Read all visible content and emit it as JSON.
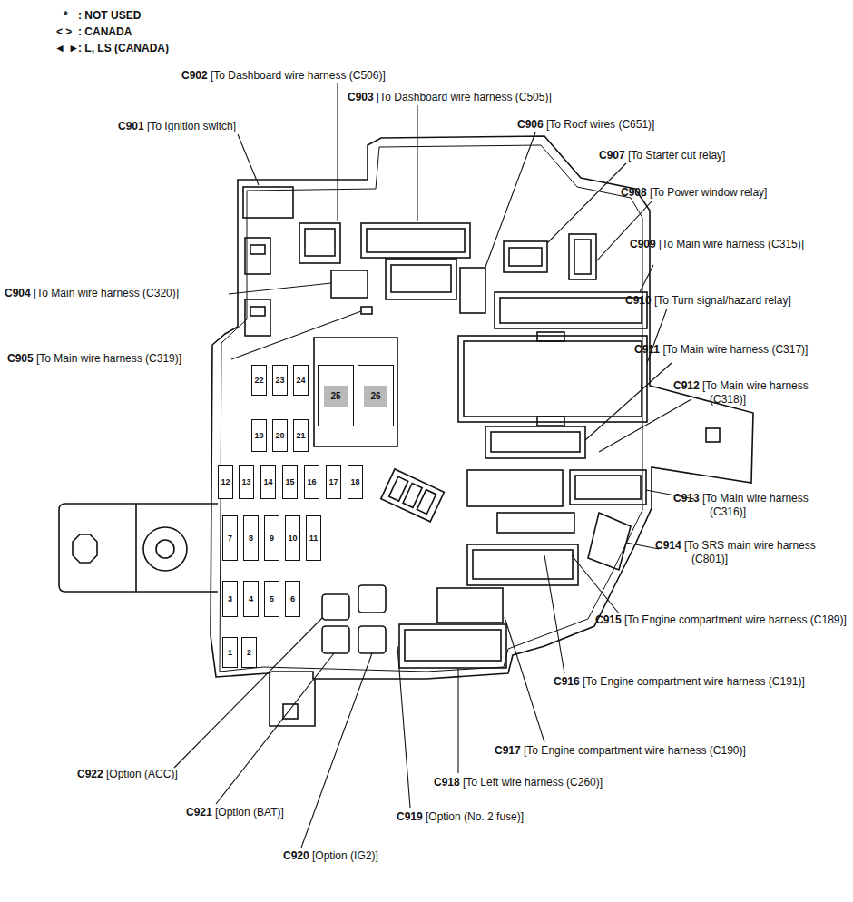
{
  "diagram": {
    "nodes": [
      {
        "text": [
          "1"
        ]
      },
      {
        "text": [
          "2"
        ]
      },
      {
        "text": [
          "3"
        ]
      },
      {
        "text": [
          "4"
        ]
      },
      {
        "text": [
          "5"
        ]
      },
      {
        "text": [
          "6"
        ]
      },
      {
        "text": [
          "7"
        ]
      },
      {
        "text": [
          "8"
        ]
      },
      {
        "text": [
          "9"
        ]
      },
      {
        "text": [
          "10"
        ]
      },
      {
        "text": [
          "11"
        ]
      },
      {
        "text": [
          "12"
        ]
      },
      {
        "text": [
          "13"
        ]
      },
      {
        "text": [
          "14"
        ]
      },
      {
        "text": [
          "15"
        ]
      },
      {
        "text": [
          "16"
        ]
      },
      {
        "text": [
          "17"
        ]
      },
      {
        "text": [
          "18"
        ]
      },
      {
        "text": [
          "19"
        ]
      },
      {
        "text": [
          "20"
        ]
      },
      {
        "text": [
          "21"
        ]
      },
      {
        "text": [
          "22"
        ]
      },
      {
        "text": [
          "23"
        ]
      },
      {
        "text": [
          "24"
        ]
      },
      {
        "text": [
          "25"
        ]
      },
      {
        "text": [
          "26"
        ]
      }
    ],
    "labels": [
      "*",
      ": NOT USED",
      "< >",
      ": CANADA",
      "◄ ►",
      ": L, LS (CANADA)",
      "C901",
      "[To Ignition switch]",
      "C902",
      "[To Dashboard wire harness (C506)]",
      "C903",
      "[To Dashboard wire harness (C505)]",
      "C906",
      "[To Roof wires (C651)]",
      "C907",
      "[To Starter cut relay]",
      "C908",
      "[To Power window relay]",
      "C909",
      "[To Main wire harness (C315)]",
      "C904",
      "[To Main wire harness (C320)]",
      "C910",
      "[To Turn signal/hazard relay]",
      "C905",
      "[To Main wire harness (C319)]",
      "C911",
      "[To Main wire harness (C317)]",
      "C912",
      "[To Main wire harness (C318)]",
      "C913",
      "[To Main wire harness (C316)]",
      "C914",
      "[To SRS main wire harness (C801)]",
      "C915",
      "[To Engine compartment wire harness (C189)]",
      "C916",
      "[To Engine compartment wire harness (C191)]",
      "C917",
      "[To Engine compartment wire harness (C190)]",
      "C918",
      "[To Left wire harness (C260)]",
      "C922",
      "[Option (ACC)]",
      "C921",
      "[Option (BAT)]",
      "C919",
      "[Option (No. 2 fuse)]",
      "C920",
      "[Option (IG2)]"
    ]
  }
}
